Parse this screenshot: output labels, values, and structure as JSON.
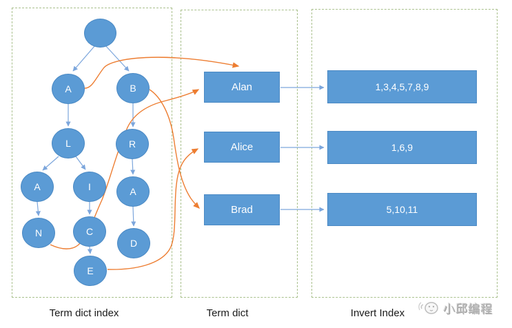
{
  "panels": {
    "term_dict_index": {
      "label": "Term dict index"
    },
    "term_dict": {
      "label": "Term dict"
    },
    "invert_index": {
      "label": "Invert Index"
    }
  },
  "tree": {
    "nodes": [
      {
        "id": "root",
        "label": ""
      },
      {
        "id": "a1",
        "label": "A"
      },
      {
        "id": "b",
        "label": "B"
      },
      {
        "id": "l",
        "label": "L"
      },
      {
        "id": "r",
        "label": "R"
      },
      {
        "id": "a2",
        "label": "A"
      },
      {
        "id": "i",
        "label": "I"
      },
      {
        "id": "a3",
        "label": "A"
      },
      {
        "id": "n",
        "label": "N"
      },
      {
        "id": "c",
        "label": "C"
      },
      {
        "id": "d",
        "label": "D"
      },
      {
        "id": "e",
        "label": "E"
      }
    ],
    "edges": [
      "root->A",
      "root->B",
      "A->L",
      "L->A",
      "L->I",
      "A->N",
      "I->C",
      "C->E",
      "B->R",
      "R->A",
      "A->D"
    ]
  },
  "term_dict": {
    "terms": [
      "Alan",
      "Alice",
      "Brad"
    ]
  },
  "invert_index": {
    "postings": [
      "1,3,4,5,7,8,9",
      "1,6,9",
      "5,10,11"
    ]
  },
  "links": {
    "index_to_term": [
      {
        "from": "A (left child)",
        "to": "Alan"
      },
      {
        "from": "N",
        "to": "Alan"
      },
      {
        "from": "E",
        "to": "Alice"
      },
      {
        "from": "B",
        "to": "Brad"
      }
    ],
    "term_to_postings": [
      {
        "from": "Alan",
        "to": "1,3,4,5,7,8,9"
      },
      {
        "from": "Alice",
        "to": "1,6,9"
      },
      {
        "from": "Brad",
        "to": "5,10,11"
      }
    ]
  },
  "colors": {
    "node_fill": "#5b9bd5",
    "node_border": "#4a89c4",
    "tree_arrow": "#7ca6dc",
    "pointer_arrow": "#ed7d31",
    "panel_border": "#a9c08c"
  },
  "watermark": {
    "text": "小邱编程"
  }
}
